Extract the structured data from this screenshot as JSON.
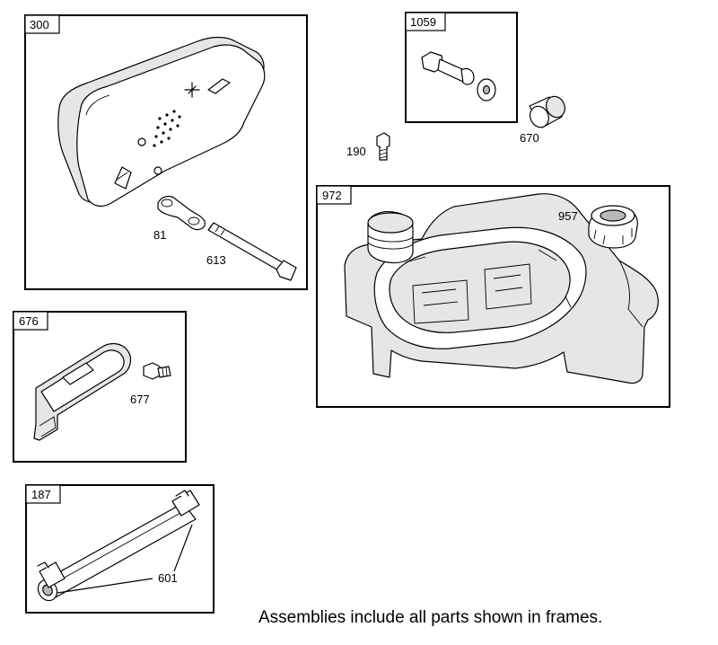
{
  "frames": {
    "muffler": {
      "tag": "300",
      "callouts": [
        "81",
        "613"
      ]
    },
    "spacer_kit": {
      "tag": "1059"
    },
    "fuel_tank": {
      "tag": "972",
      "callouts": [
        "957"
      ]
    },
    "guard": {
      "tag": "676",
      "callouts": [
        "677"
      ]
    },
    "fuel_line": {
      "tag": "187",
      "callouts": [
        "601"
      ]
    }
  },
  "loose_callouts": [
    "190",
    "670"
  ],
  "footnote": "Assemblies include all parts shown in frames."
}
